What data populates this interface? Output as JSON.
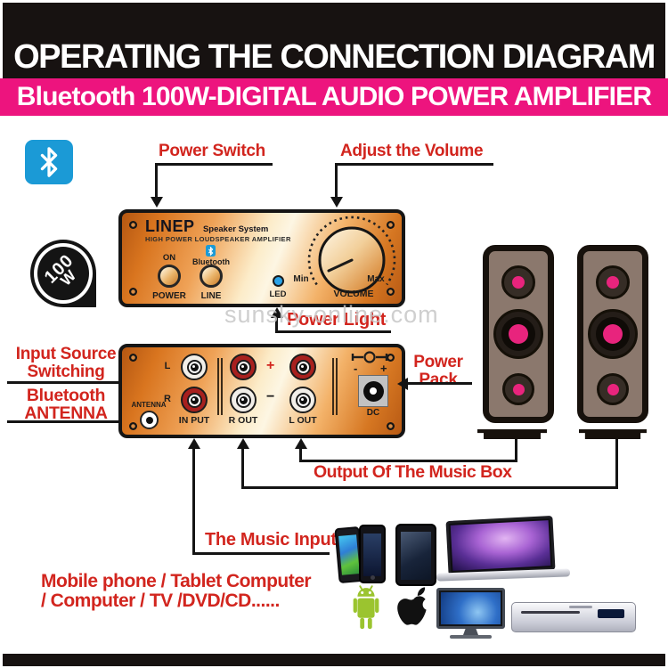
{
  "header": {
    "title": "OPERATING THE CONNECTION DIAGRAM",
    "subtitle": "Bluetooth 100W-DIGITAL AUDIO POWER AMPLIFIER"
  },
  "colors": {
    "banner_black": "#171211",
    "banner_pink": "#ED147E",
    "callout_red": "#D2251E",
    "panel_orange": "#E08434",
    "bluetooth_blue": "#1B9AD6",
    "speaker_pink": "#E8247D"
  },
  "badge": {
    "rating": "100",
    "unit": "W"
  },
  "watermark": {
    "text": "sunsky-online.com"
  },
  "callouts": {
    "power_switch": "Power Switch",
    "adjust_volume": "Adjust the Volume",
    "power_light": "Power Light",
    "input_source_line1": "Input Source",
    "input_source_line2": "Switching",
    "bt_antenna_line1": "Bluetooth",
    "bt_antenna_line2": "ANTENNA",
    "power_pack_line1": "Power",
    "power_pack_line2": "Pack",
    "output_music_box": "Output Of The Music Box",
    "music_input": "The Music Input",
    "sources_line1": "Mobile phone / Tablet Computer",
    "sources_line2": "/ Computer / TV /DVD/CD......"
  },
  "front": {
    "brand": "LINEP",
    "brand_suffix": "Speaker System",
    "tagline": "HIGH POWER LOUDSPEAKER AMPLIFIER",
    "on": "ON",
    "power": "POWER",
    "bluetooth": "Bluetooth",
    "line": "LINE",
    "led": "LED",
    "min": "Min",
    "max": "Max",
    "volume": "VOLUME"
  },
  "rear": {
    "antenna": "ANTENNA",
    "l": "L",
    "r": "R",
    "input": "IN PUT",
    "r_out": "R OUT",
    "l_out": "L OUT",
    "plus": "+",
    "minus": "−",
    "dc_minus": "-",
    "dc_plus": "+",
    "dc": "DC"
  },
  "devices": [
    "smartphones",
    "tablet",
    "laptop",
    "android-robot",
    "apple-logo",
    "tv",
    "dvd-player",
    "speakers"
  ]
}
